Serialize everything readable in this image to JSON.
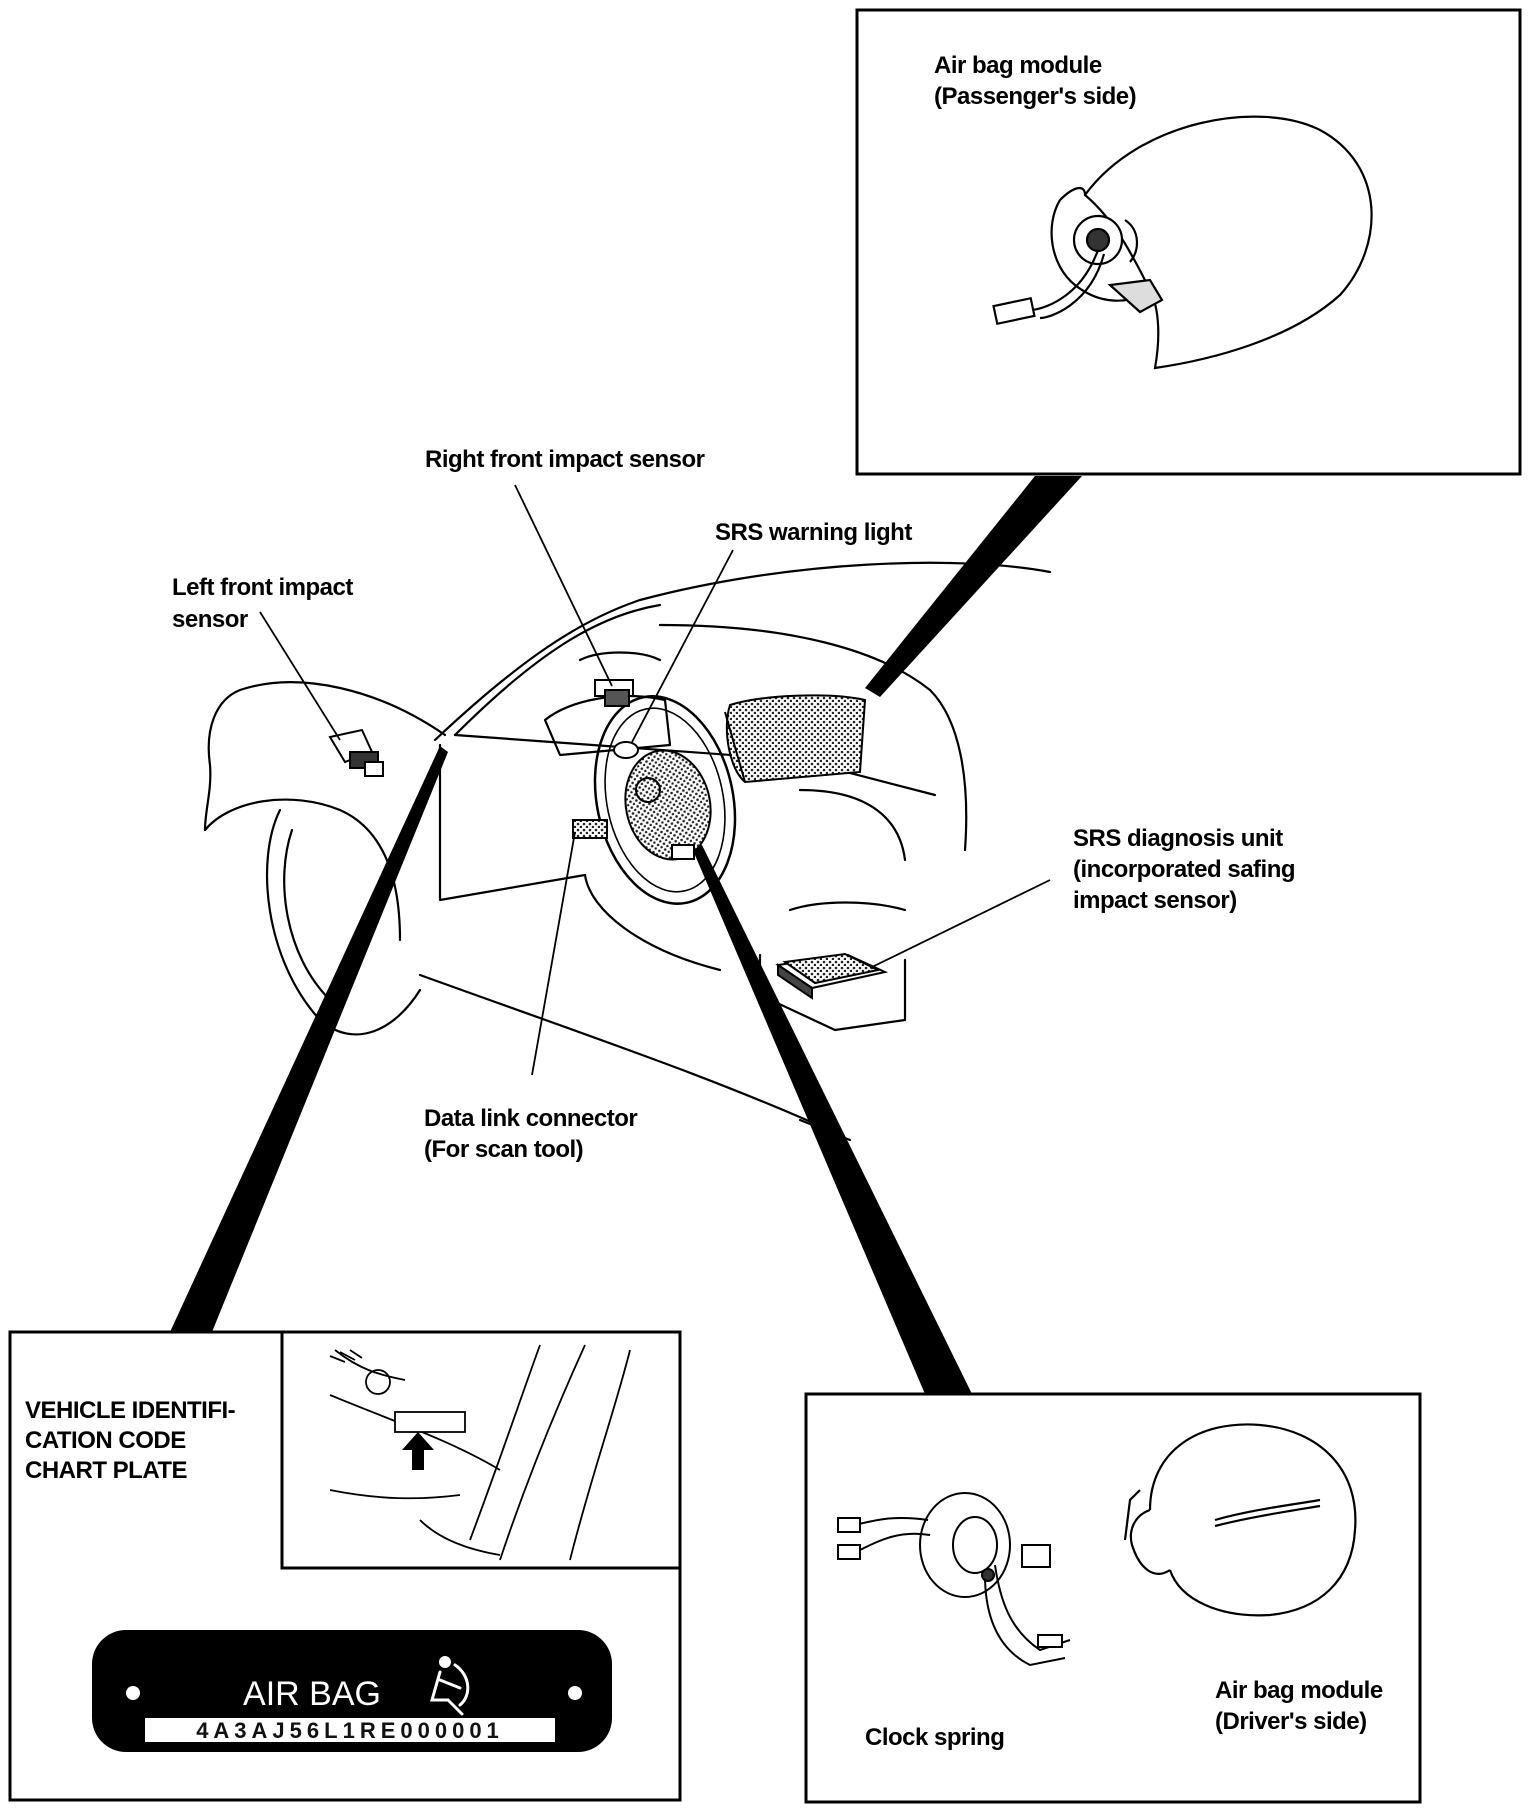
{
  "labels": {
    "passenger_airbag_1": "Air bag module",
    "passenger_airbag_2": "(Passenger's side)",
    "right_sensor": "Right front impact sensor",
    "srs_light": "SRS warning light",
    "left_sensor_1": "Left front impact",
    "left_sensor_2": "sensor",
    "diag_unit_1": "SRS diagnosis unit",
    "diag_unit_2": "(incorporated safing",
    "diag_unit_3": "impact sensor)",
    "dlc_1": "Data link connector",
    "dlc_2": "(For scan tool)",
    "vin_plate_1": "VEHICLE IDENTIFI-",
    "vin_plate_2": "CATION CODE",
    "vin_plate_3": "CHART PLATE",
    "clock_spring": "Clock spring",
    "driver_airbag_1": "Air bag module",
    "driver_airbag_2": "(Driver's side)"
  },
  "plate": {
    "title": "AIR BAG",
    "code": "4A3AJ56L1RE000001"
  }
}
